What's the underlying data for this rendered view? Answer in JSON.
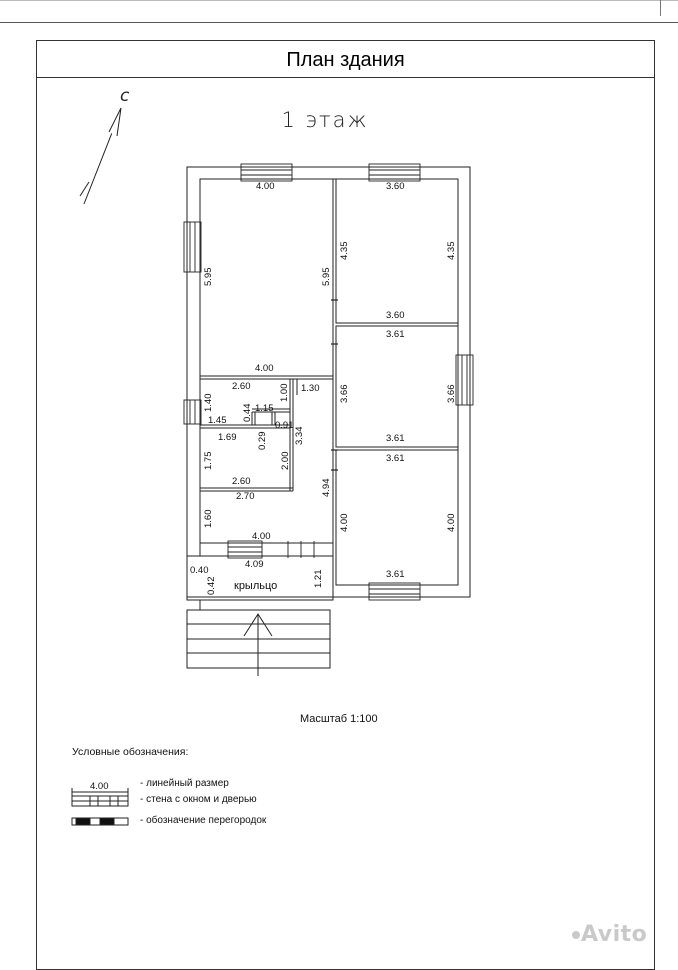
{
  "title": "План здания",
  "floor_label": "1 этаж",
  "north_label": "с",
  "dimensions": [
    "4.00",
    "5.95",
    "5.95",
    "4.00",
    "3.60",
    "4.35",
    "4.35",
    "3.60",
    "3.61",
    "3.66",
    "3.66",
    "3.61",
    "3.61",
    "4.00",
    "4.00",
    "3.61",
    "2.60",
    "1.40",
    "1.00",
    "1.30",
    "1.45",
    "1.15",
    "0.44",
    "0.91",
    "0.29",
    "1.69",
    "3.34",
    "2.00",
    "1.75",
    "2.60",
    "2.70",
    "4.94",
    "1.60",
    "4.00",
    "4.09",
    "0.40",
    "0.42",
    "1.21"
  ],
  "porch_label": "крыльцо",
  "scale_label": "Масштаб 1:100",
  "legend": {
    "title": "Условные обозначения:",
    "sample_dimension": "4.00",
    "items": [
      "- линейный размер",
      "- стена с окном и дверью",
      "- обозначение перегородок"
    ]
  },
  "watermark": "Avito"
}
